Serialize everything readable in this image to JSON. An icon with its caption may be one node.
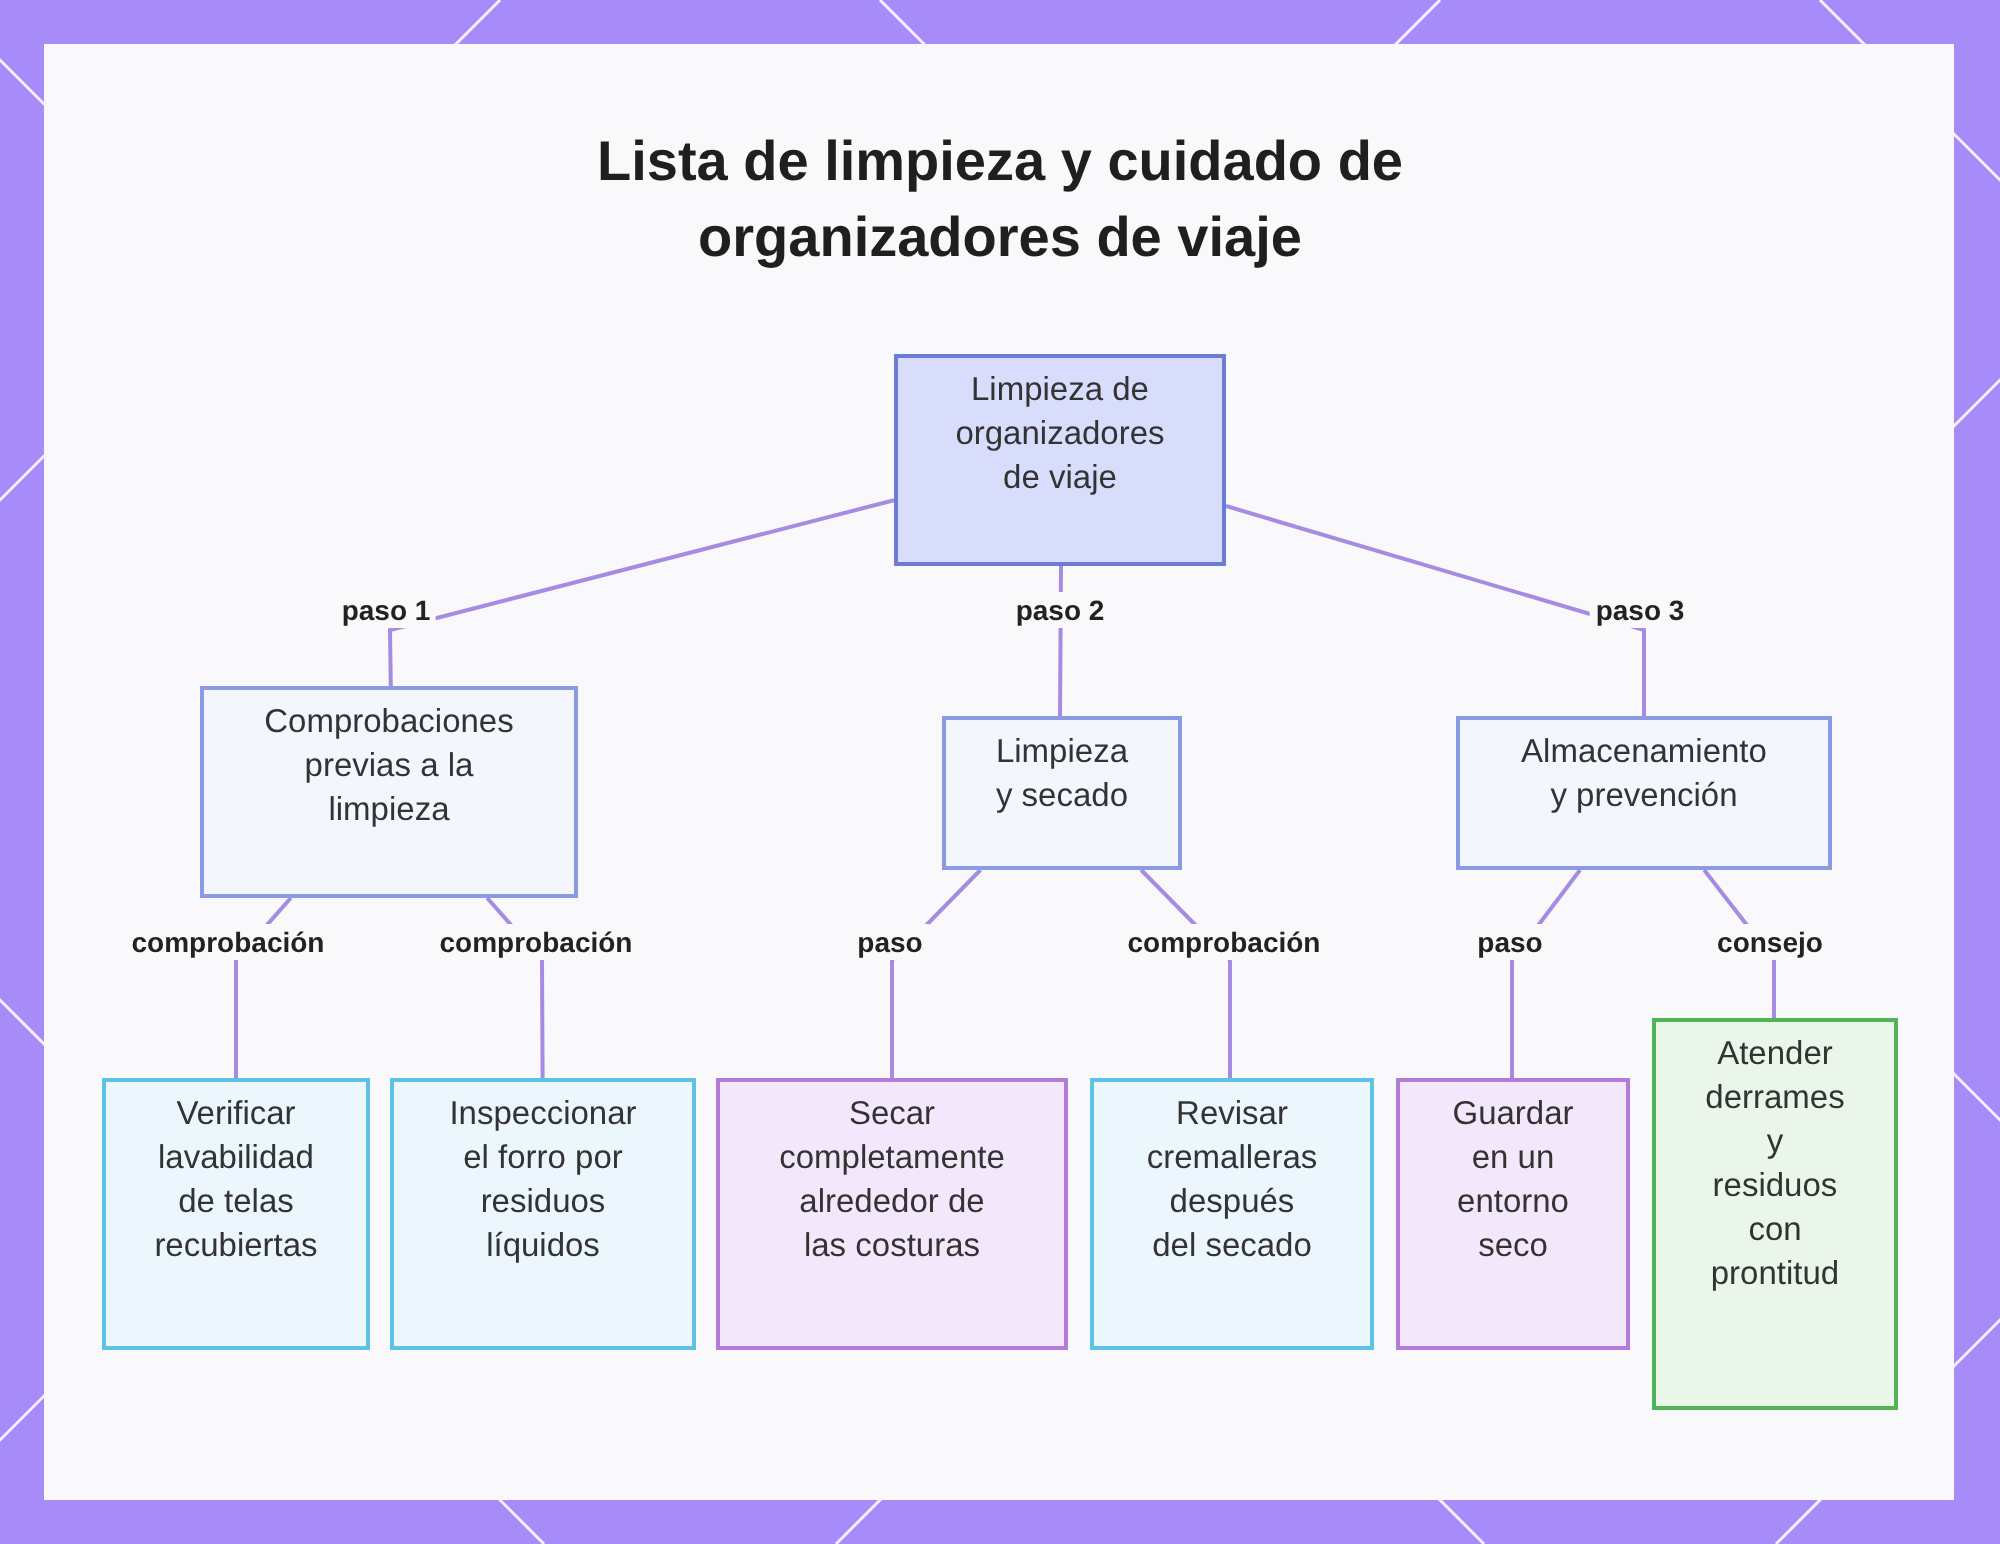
{
  "diagram": {
    "title": "Lista de limpieza y cuidado de organizadores de viaje",
    "nodes": [
      {
        "text": [
          "Limpieza de organizadores de viaje"
        ]
      },
      {
        "text": [
          "Comprobaciones previas a la limpieza"
        ]
      },
      {
        "text": [
          "Limpieza y secado"
        ]
      },
      {
        "text": [
          "Almacenamiento y prevención"
        ]
      },
      {
        "text": [
          "Verificar lavabilidad de telas recubiertas"
        ]
      },
      {
        "text": [
          "Inspeccionar el forro por residuos líquidos"
        ]
      },
      {
        "text": [
          "Secar completamente alrededor de las costuras"
        ]
      },
      {
        "text": [
          "Revisar cremalleras después del secado"
        ]
      },
      {
        "text": [
          "Guardar en un entorno seco"
        ]
      },
      {
        "text": [
          "Atender derrames y residuos con prontitud"
        ]
      }
    ],
    "edges": [
      {
        "from": 0,
        "to": 1,
        "arrow": "none",
        "label": "paso 1"
      },
      {
        "from": 0,
        "to": 2,
        "arrow": "none",
        "label": "paso 2"
      },
      {
        "from": 0,
        "to": 3,
        "arrow": "none",
        "label": "paso 3"
      },
      {
        "from": 1,
        "to": 4,
        "arrow": "none",
        "label": "comprobación"
      },
      {
        "from": 1,
        "to": 5,
        "arrow": "none",
        "label": "comprobación"
      },
      {
        "from": 2,
        "to": 6,
        "arrow": "none",
        "label": "paso"
      },
      {
        "from": 2,
        "to": 7,
        "arrow": "none",
        "label": "comprobación"
      },
      {
        "from": 3,
        "to": 8,
        "arrow": "none",
        "label": "paso"
      },
      {
        "from": 3,
        "to": 9,
        "arrow": "none",
        "label": "consejo"
      }
    ]
  }
}
